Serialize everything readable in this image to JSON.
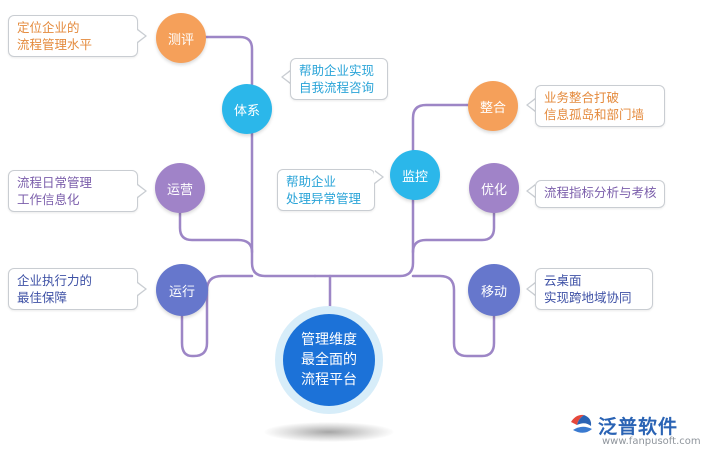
{
  "center": {
    "lines": [
      "管理维度",
      "最全面的",
      "流程平台"
    ]
  },
  "nodes": {
    "ceping": {
      "label": "测评",
      "note": [
        "定位企业的",
        "流程管理水平"
      ]
    },
    "tixi": {
      "label": "体系",
      "note": [
        "帮助企业实现",
        "自我流程咨询"
      ]
    },
    "yunying": {
      "label": "运营",
      "note": [
        "流程日常管理",
        "工作信息化"
      ]
    },
    "yunxing": {
      "label": "运行",
      "note": [
        "企业执行力的",
        "最佳保障"
      ]
    },
    "jiankong": {
      "label": "监控",
      "note": [
        "帮助企业",
        "处理异常管理"
      ]
    },
    "zhenghe": {
      "label": "整合",
      "note": [
        "业务整合打破",
        "信息孤岛和部门墙"
      ]
    },
    "youhua": {
      "label": "优化",
      "note": [
        "流程指标分析与考核"
      ]
    },
    "yidong": {
      "label": "移动",
      "note": [
        "云桌面",
        "实现跨地域协同"
      ]
    }
  },
  "colors": {
    "orange": "#f5a05a",
    "blue": "#2bb7ea",
    "purple": "#a083c8",
    "indigo": "#6677cc",
    "center": "#1c72d8",
    "connector": "#9d86c6"
  },
  "logo": {
    "name": "泛普软件",
    "url": "www.fanpusoft.com"
  }
}
